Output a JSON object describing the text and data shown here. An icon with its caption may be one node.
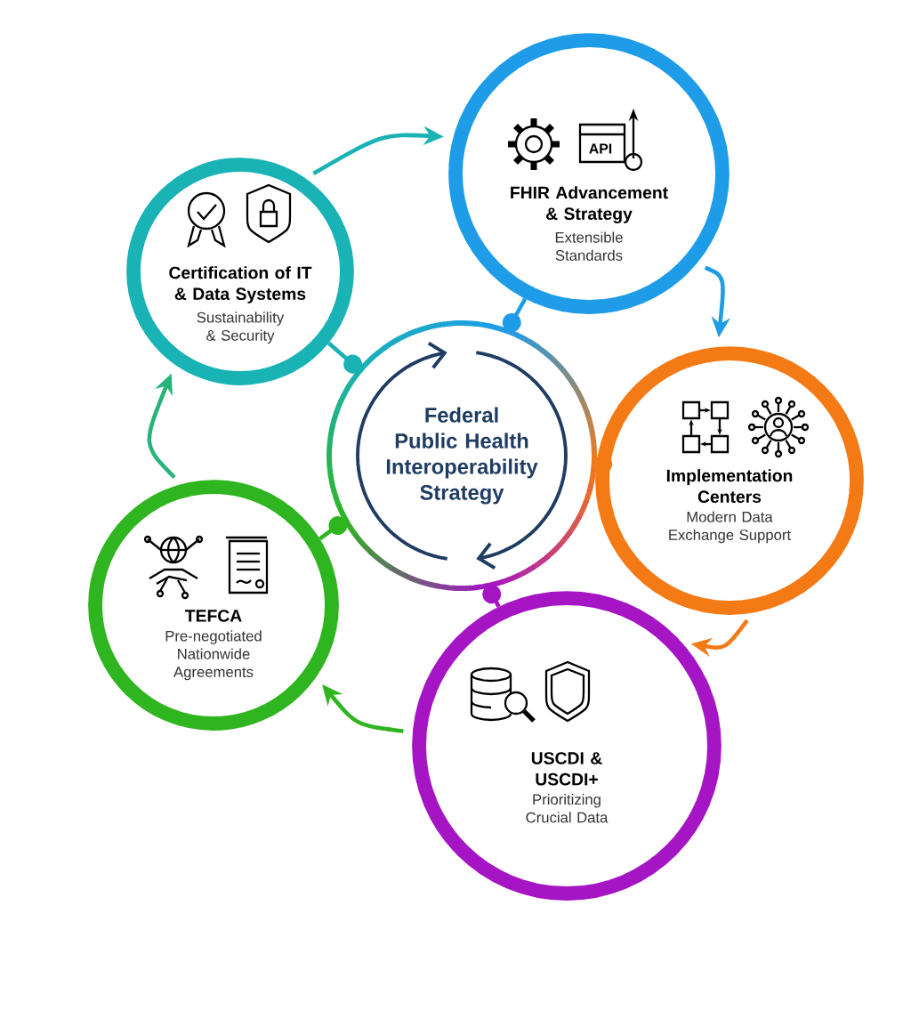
{
  "diagram": {
    "nodes": [
      {
        "text": [
          "Federal Public Health Interoperability Strategy"
        ]
      },
      {
        "text": [
          "Certification of IT & Data Systems",
          "Sustainability & Security"
        ]
      },
      {
        "text": [
          "FHIR Advancement & Strategy",
          "Extensible Standards"
        ]
      },
      {
        "text": [
          "Implementation Centers",
          "Modern Data Exchange Support"
        ]
      },
      {
        "text": [
          "USCDI & USCDI+",
          "Prioritizing Crucial Data"
        ]
      },
      {
        "text": [
          "TEFCA",
          "Pre-negotiated Nationwide Agreements"
        ]
      }
    ],
    "edges": [
      {
        "from": 1,
        "to": 2,
        "arrow": "to",
        "color": "#19b2b5"
      },
      {
        "from": 2,
        "to": 3,
        "arrow": "to",
        "color": "#1e9ce8"
      },
      {
        "from": 3,
        "to": 4,
        "arrow": "to",
        "color": "#f47a15"
      },
      {
        "from": 4,
        "to": 5,
        "arrow": "to",
        "color": "#2fb51f"
      },
      {
        "from": 5,
        "to": 1,
        "arrow": "to",
        "color": "#27b37a"
      },
      {
        "from": 1,
        "to": 0,
        "arrow": "other",
        "color": "#19b2b5"
      },
      {
        "from": 2,
        "to": 0,
        "arrow": "other",
        "color": "#1e9ce8"
      },
      {
        "from": 3,
        "to": 0,
        "arrow": "other",
        "color": "#f47a15"
      },
      {
        "from": 4,
        "to": 0,
        "arrow": "other",
        "color": "#a515c4"
      },
      {
        "from": 5,
        "to": 0,
        "arrow": "other",
        "color": "#2fb51f"
      }
    ],
    "labels": [
      "API"
    ]
  }
}
